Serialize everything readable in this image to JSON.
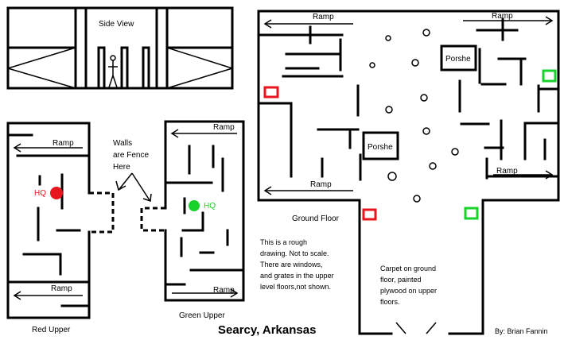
{
  "side_view": {
    "title": "Side View"
  },
  "ramp_label": "Ramp",
  "hq_label": "HQ",
  "porsche_label": "Porshe",
  "walls_note": [
    "Walls",
    "are Fence",
    "Here"
  ],
  "captions": {
    "red_upper": "Red Upper",
    "green_upper": "Green Upper",
    "ground_floor": "Ground Floor",
    "title": "Searcy, Arkansas",
    "author": "By: Brian Fannin"
  },
  "notes": {
    "rough": [
      "This is a rough",
      "drawing.  Not to scale.",
      "There are windows,",
      "and grates in the upper",
      "level floors,not shown."
    ],
    "carpet": [
      "Carpet on ground",
      "floor, painted",
      "plywood on upper",
      "floors."
    ]
  },
  "colors": {
    "red_team": "#e8141e",
    "green_team": "#17d22a",
    "wall": "#000000"
  }
}
